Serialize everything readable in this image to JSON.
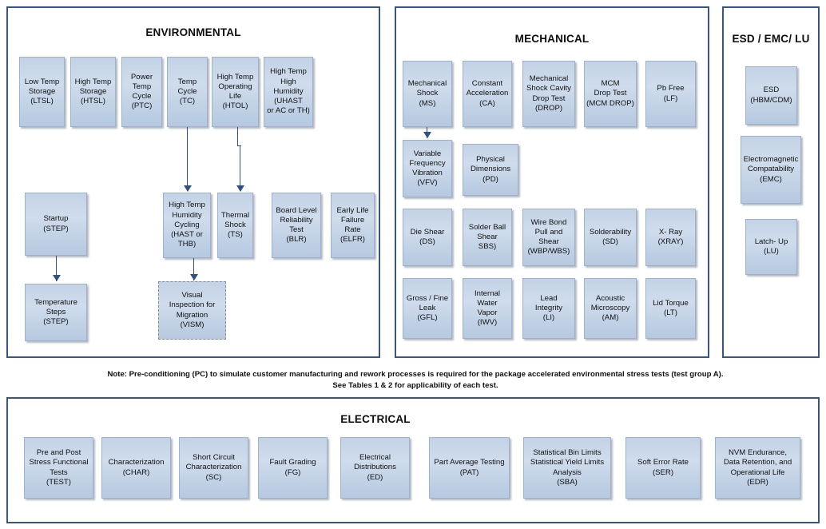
{
  "diagram": {
    "note_line1": "Note:  Pre-conditioning (PC) to simulate customer manufacturing and rework processes is required for the package accelerated environmental stress tests (test group A).",
    "note_line2": "See Tables 1 & 2 for applicability of each test.",
    "border_color": "#3a5580",
    "box_fill_top": "#c3d2e6",
    "box_fill_bottom": "#b6c9e0",
    "connector_color": "#2e5380"
  },
  "sections": {
    "environmental": {
      "title": "ENVIRONMENTAL",
      "boxes": [
        {
          "id": "ltsl",
          "label": "Low Temp\nStorage\n(LTSL)"
        },
        {
          "id": "htsl",
          "label": "High Temp\nStorage\n(HTSL)"
        },
        {
          "id": "ptc",
          "label": "Power\nTemp\nCycle\n(PTC)"
        },
        {
          "id": "tc",
          "label": "Temp\nCycle\n(TC)"
        },
        {
          "id": "htol",
          "label": "High Temp\nOperating\nLife\n(HTOL)"
        },
        {
          "id": "uhast",
          "label": "High Temp\nHigh\nHumidity\n(UHAST\nor AC or TH)"
        },
        {
          "id": "startup",
          "label": "Startup\n(STEP)"
        },
        {
          "id": "hast",
          "label": "High Temp\nHumidity\nCycling\n(HAST or\nTHB)"
        },
        {
          "id": "ts",
          "label": "Thermal\nShock\n(TS)"
        },
        {
          "id": "blr",
          "label": "Board Level\nReliability\nTest\n(BLR)"
        },
        {
          "id": "elfr",
          "label": "Early Life\nFailure\nRate\n(ELFR)"
        },
        {
          "id": "step2",
          "label": "Temperature\nSteps\n(STEP)"
        },
        {
          "id": "vism",
          "label": "Visual\nInspection for\nMigration\n(VISM)"
        }
      ]
    },
    "mechanical": {
      "title": "MECHANICAL",
      "boxes": [
        {
          "id": "ms",
          "label": "Mechanical\nShock\n(MS)"
        },
        {
          "id": "ca",
          "label": "Constant\nAcceleration\n(CA)"
        },
        {
          "id": "drop",
          "label": "Mechanical\nShock Cavity\nDrop Test\n(DROP)"
        },
        {
          "id": "mcmdrop",
          "label": "MCM\nDrop Test\n(MCM DROP)"
        },
        {
          "id": "lf",
          "label": "Pb Free\n(LF)"
        },
        {
          "id": "vfv",
          "label": "Variable\nFrequency\nVibration\n(VFV)"
        },
        {
          "id": "pd",
          "label": "Physical\nDimensions\n(PD)"
        },
        {
          "id": "ds",
          "label": "Die Shear\n(DS)"
        },
        {
          "id": "sbs",
          "label": "Solder Ball\nShear\nSBS)"
        },
        {
          "id": "wbp",
          "label": "Wire Bond\nPull and\nShear\n(WBP/WBS)"
        },
        {
          "id": "sd",
          "label": "Solderability\n(SD)"
        },
        {
          "id": "xray",
          "label": "X- Ray\n(XRAY)"
        },
        {
          "id": "gfl",
          "label": "Gross / Fine\nLeak\n(GFL)"
        },
        {
          "id": "iwv",
          "label": "Internal\nWater\nVapor\n(IWV)"
        },
        {
          "id": "li",
          "label": "Lead\nIntegrity\n(LI)"
        },
        {
          "id": "am",
          "label": "Acoustic\nMicroscopy\n(AM)"
        },
        {
          "id": "lt",
          "label": "Lid Torque\n(LT)"
        }
      ]
    },
    "esd": {
      "title": "ESD / EMC/ LU",
      "boxes": [
        {
          "id": "esd",
          "label": "ESD\n(HBM/CDM)"
        },
        {
          "id": "emc",
          "label": "Electromagnetic\nCompatability\n(EMC)"
        },
        {
          "id": "lu",
          "label": "Latch- Up\n(LU)"
        }
      ]
    },
    "electrical": {
      "title": "ELECTRICAL",
      "boxes": [
        {
          "id": "test",
          "label": "Pre and Post\nStress Functional\nTests\n(TEST)"
        },
        {
          "id": "char",
          "label": "Characterization\n(CHAR)"
        },
        {
          "id": "sc",
          "label": "Short Circuit\nCharacterization\n(SC)"
        },
        {
          "id": "fg",
          "label": "Fault Grading\n(FG)"
        },
        {
          "id": "ed",
          "label": "Electrical\nDistributions\n(ED)"
        },
        {
          "id": "pat",
          "label": "Part Average Testing\n(PAT)"
        },
        {
          "id": "sba",
          "label": "Statistical Bin Limits\nStatistical Yield Limits\nAnalysis\n(SBA)"
        },
        {
          "id": "ser",
          "label": "Soft Error Rate\n(SER)"
        },
        {
          "id": "edr",
          "label": "NVM Endurance,\nData Retention, and\nOperational Life\n(EDR)"
        }
      ]
    }
  }
}
